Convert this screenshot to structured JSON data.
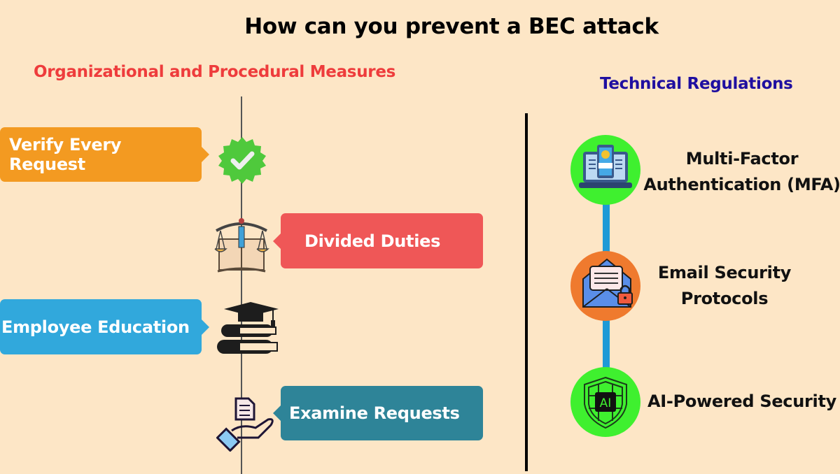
{
  "title": "How can you prevent a BEC attack",
  "left": {
    "heading": "Organizational and Procedural Measures",
    "items": [
      {
        "label": "Verify Every Request",
        "color": "#f39a21",
        "icon": "verified-badge-icon"
      },
      {
        "label": "Divided Duties",
        "color": "#ef5757",
        "icon": "scales-book-icon"
      },
      {
        "label": "Employee Education",
        "color": "#31a8dc",
        "icon": "graduation-books-icon"
      },
      {
        "label": "Examine Requests",
        "color": "#2e8498",
        "icon": "hand-document-icon"
      }
    ]
  },
  "right": {
    "heading": "Technical Regulations",
    "items": [
      {
        "label_line1": "Multi-Factor",
        "label_line2": "Authentication (MFA)",
        "color": "#3ff02f",
        "icon": "laptop-mfa-icon"
      },
      {
        "label_line1": "Email Security",
        "label_line2": "Protocols",
        "color": "#ef7a2e",
        "icon": "envelope-lock-icon"
      },
      {
        "label_line1": "AI-Powered Security",
        "color": "#3ff02f",
        "icon": "ai-shield-icon",
        "icon_text": "AI"
      }
    ]
  }
}
